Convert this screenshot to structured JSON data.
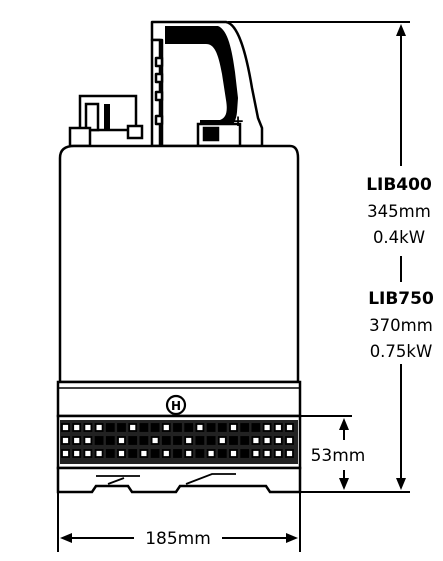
{
  "dimensions": {
    "width_label": "185mm",
    "strainer_height_label": "53mm"
  },
  "emblem": "H",
  "models": [
    {
      "name": "LIB400",
      "height": "345mm",
      "power": "0.4kW"
    },
    {
      "name": "LIB750",
      "height": "370mm",
      "power": "0.75kW"
    }
  ],
  "strainer_rows": [
    [
      1,
      1,
      1,
      1,
      0,
      0,
      1,
      0,
      0,
      1,
      0,
      0,
      1,
      0,
      0,
      1,
      0,
      0,
      1,
      1,
      1
    ],
    [
      1,
      1,
      1,
      0,
      0,
      1,
      0,
      0,
      1,
      0,
      0,
      1,
      0,
      0,
      1,
      0,
      0,
      1,
      1,
      1,
      1
    ],
    [
      1,
      1,
      1,
      1,
      0,
      1,
      0,
      1,
      0,
      1,
      0,
      1,
      0,
      1,
      0,
      1,
      0,
      1,
      1,
      1,
      1
    ]
  ]
}
